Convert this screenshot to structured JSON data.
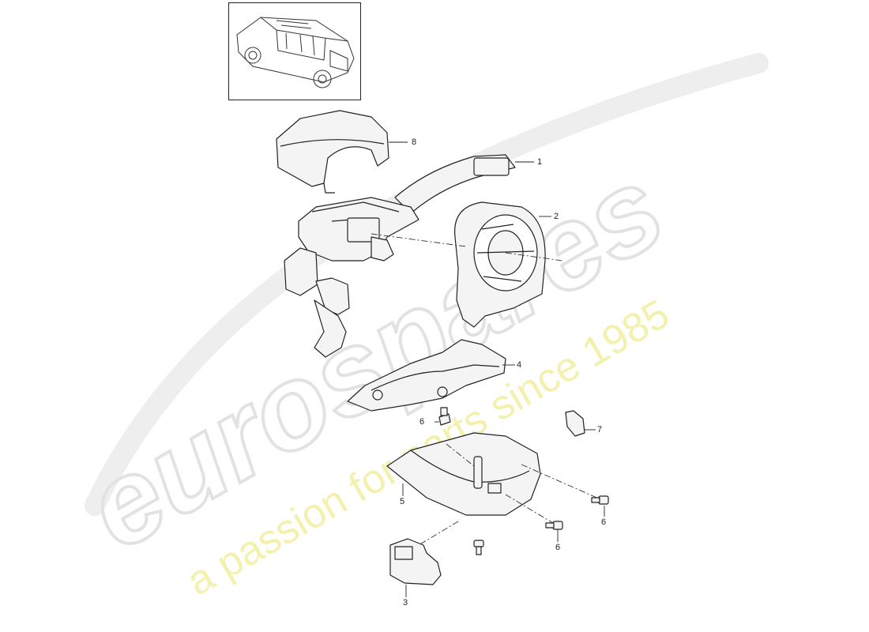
{
  "watermark": {
    "brand": "eurospares",
    "tagline": "a passion for parts since 1985",
    "brand_color": "#e6e6e6",
    "tagline_color": "#f2f0a8"
  },
  "thumbnail": {
    "icon": "car-icon"
  },
  "callouts": [
    {
      "id": "8",
      "label": "8"
    },
    {
      "id": "1",
      "label": "1"
    },
    {
      "id": "2",
      "label": "2"
    },
    {
      "id": "4",
      "label": "4"
    },
    {
      "id": "6a",
      "label": "6"
    },
    {
      "id": "7",
      "label": "7"
    },
    {
      "id": "5",
      "label": "5"
    },
    {
      "id": "6b",
      "label": "6"
    },
    {
      "id": "6c",
      "label": "6"
    },
    {
      "id": "3",
      "label": "3"
    }
  ]
}
